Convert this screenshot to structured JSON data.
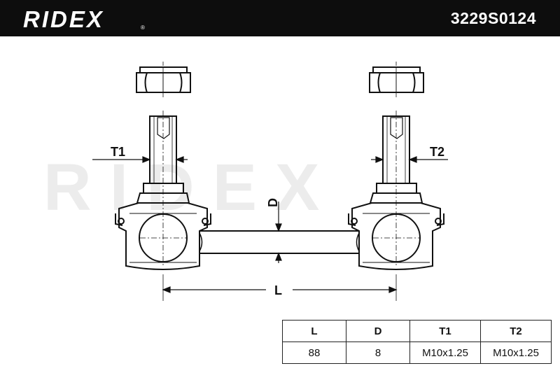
{
  "header": {
    "brand": "RIDEX",
    "part_number": "3229S0124",
    "bg_color": "#0d0d0d"
  },
  "drawing": {
    "labels": {
      "t1": "T1",
      "t2": "T2",
      "d": "D",
      "l": "L"
    },
    "watermark": "RIDEX"
  },
  "spec_table": {
    "headers": [
      "L",
      "D",
      "T1",
      "T2"
    ],
    "values": [
      "88",
      "8",
      "M10x1.25",
      "M10x1.25"
    ]
  }
}
